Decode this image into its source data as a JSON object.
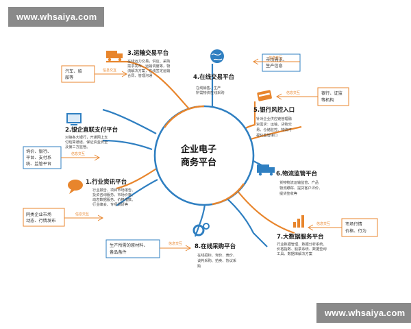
{
  "watermarks": {
    "top": "www.whsaiya.com",
    "bottom": "www.whsaiya.com"
  },
  "center": {
    "line1": "企业电子",
    "line2": "商务平台"
  },
  "tag_label": "信息交互",
  "nodes": [
    {
      "id": "n1",
      "title": "1.行业资讯平台",
      "desc": [
        "行业报告、项目市场报告、",
        "投资咨询服务、市场价格、",
        "动态数据服务、价格指数、",
        "行业峰会、专项调研等"
      ],
      "box": [
        "同类企业市场",
        "动态、行情发布"
      ]
    },
    {
      "id": "n2",
      "title": "2.银企直联支付平台",
      "desc": [
        "对接各大银行，开通网上支",
        "付结算通道，保证资金安全",
        "及第三方监管。"
      ],
      "box": [
        "询价、银行、",
        "平台、支付系",
        "统、监管平台"
      ]
    },
    {
      "id": "n3",
      "title": "3.运输交易平台",
      "desc": [
        "在线运力交易，供应、采购",
        "需求发布、运输调度等，物",
        "流解决方案，在线签定运输",
        "合同、管理沟通"
      ],
      "box": [
        "汽车、船",
        "舶等"
      ]
    },
    {
      "id": "n4",
      "title": "4.在线交易平台",
      "desc": [
        "在线销售、生产",
        "所需物资在线采购"
      ],
      "box": [
        "市场需求、",
        "生产信息"
      ]
    },
    {
      "id": "n5",
      "title": "5.银行风控入口",
      "desc": [
        "针对企业供应链管理融",
        "资需求：运输、货物交",
        "易、仓储监控、物流可",
        "视化监管接口"
      ],
      "box": [
        "银行、证监",
        "等机构"
      ]
    },
    {
      "id": "n6",
      "title": "6.物流监管平台",
      "desc": [
        "货物物流运输监管、产品",
        "物流跟踪、提货客户评价、",
        "提货签收等"
      ],
      "box": []
    },
    {
      "id": "n7",
      "title": "7.大数据服务平台",
      "desc": [
        "行业数据管理、数据分析系统、",
        "价格指数、股票系统、数据查询",
        "工具、数据库解决方案"
      ],
      "box": [
        "市场行情",
        "价格、行为"
      ]
    },
    {
      "id": "n8",
      "title": "8.在线采购平台",
      "desc": [
        "在线招标、询价、竞价、",
        "谈判采购、拍卖、协议采",
        "购"
      ],
      "box": [
        "生产所需的原材料、",
        "备品备件"
      ]
    }
  ]
}
